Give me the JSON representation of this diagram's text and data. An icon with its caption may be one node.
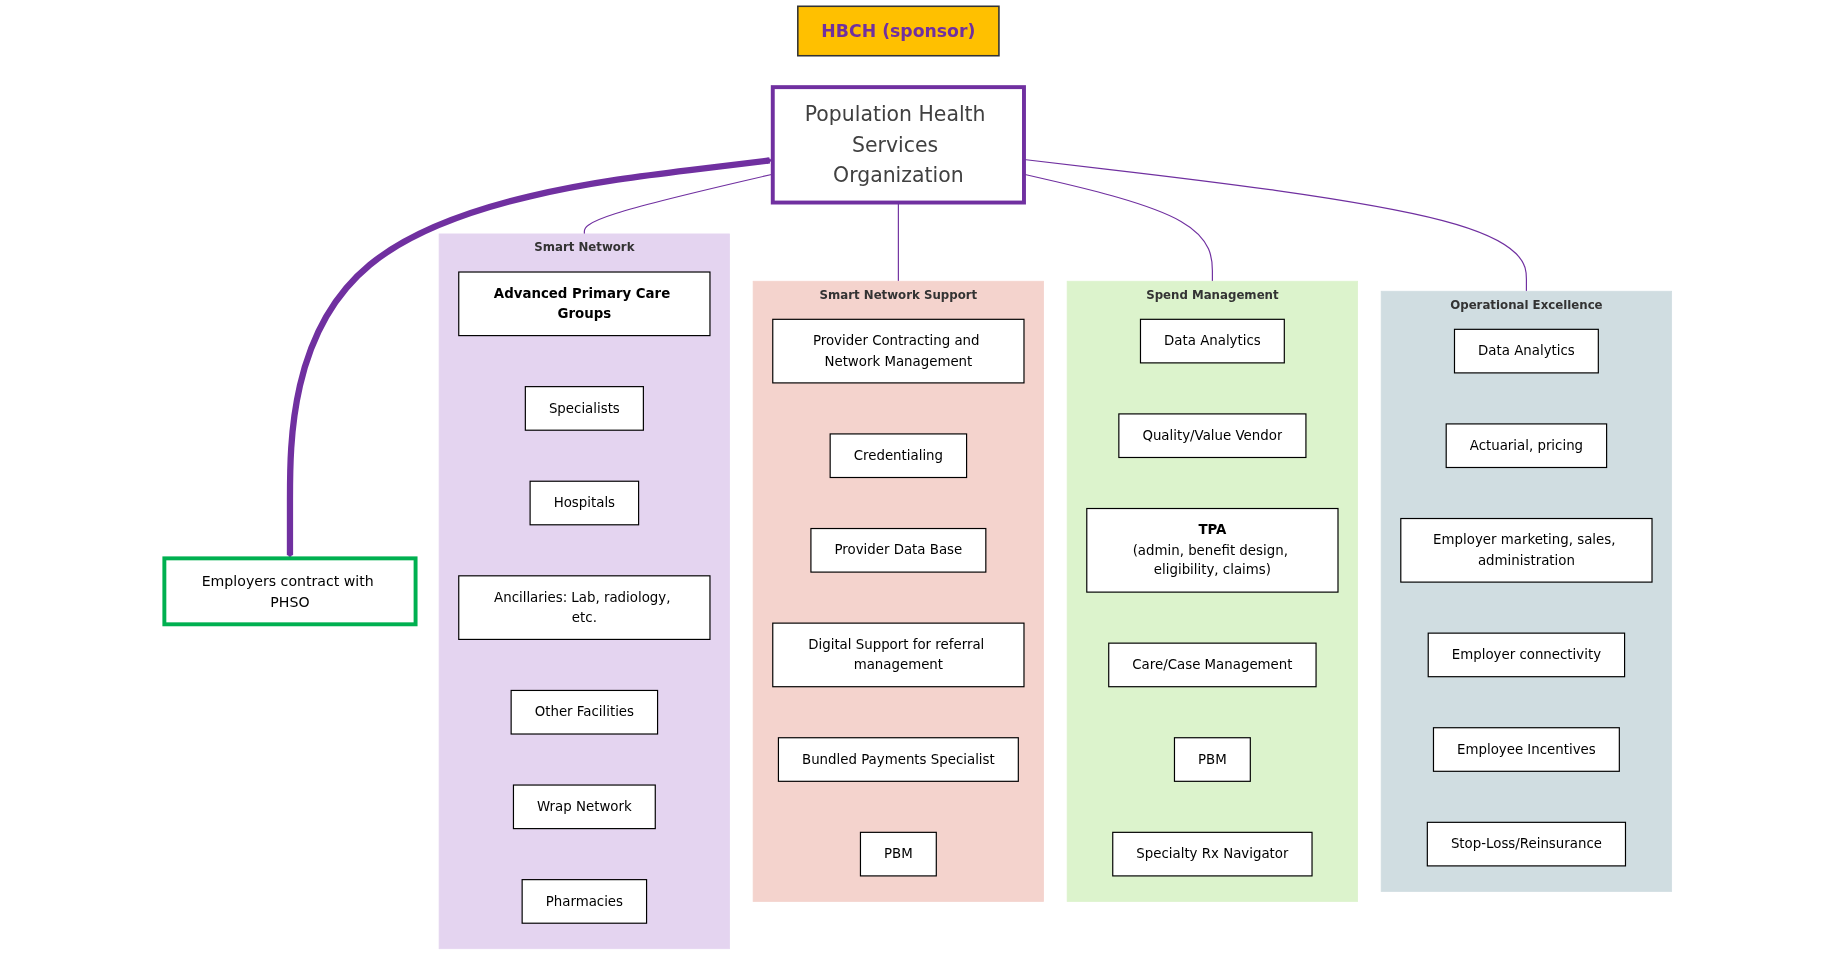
{
  "diagram": {
    "nodes": [
      {
        "text": [
          "HBCH (sponsor)"
        ]
      },
      {
        "text": [
          "Population Health Services Organization"
        ]
      },
      {
        "text": [
          "Employers contract with PHSO"
        ]
      },
      {
        "text": [
          "Smart Network"
        ]
      },
      {
        "text": [
          "Advanced Primary Care Groups"
        ],
        "in": 3
      },
      {
        "text": [
          "Specialists"
        ],
        "in": 3
      },
      {
        "text": [
          "Hospitals"
        ],
        "in": 3
      },
      {
        "text": [
          "Ancillaries: Lab, radiology, etc."
        ],
        "in": 3
      },
      {
        "text": [
          "Other Facilities"
        ],
        "in": 3
      },
      {
        "text": [
          "Wrap Network"
        ],
        "in": 3
      },
      {
        "text": [
          "Pharmacies"
        ],
        "in": 3
      },
      {
        "text": [
          "Smart Network Support"
        ]
      },
      {
        "text": [
          "Provider Contracting and Network Management"
        ],
        "in": 11
      },
      {
        "text": [
          "Credentialing"
        ],
        "in": 11
      },
      {
        "text": [
          "Provider Data Base"
        ],
        "in": 11
      },
      {
        "text": [
          "Digital Support for referral management"
        ],
        "in": 11
      },
      {
        "text": [
          "Bundled Payments Specialist"
        ],
        "in": 11
      },
      {
        "text": [
          "PBM"
        ],
        "in": 11
      },
      {
        "text": [
          "Spend Management"
        ]
      },
      {
        "text": [
          "Data Analytics"
        ],
        "in": 18
      },
      {
        "text": [
          "Quality/Value Vendor"
        ],
        "in": 18
      },
      {
        "text": [
          "TPA",
          "(admin, benefit design, eligibility, claims)"
        ],
        "in": 18
      },
      {
        "text": [
          "Care/Case Management"
        ],
        "in": 18
      },
      {
        "text": [
          "PBM"
        ],
        "in": 18
      },
      {
        "text": [
          "Specialty Rx Navigator"
        ],
        "in": 18
      },
      {
        "text": [
          "Operational Excellence"
        ]
      },
      {
        "text": [
          "Data Analytics"
        ],
        "in": 25
      },
      {
        "text": [
          "Actuarial, pricing"
        ],
        "in": 25
      },
      {
        "text": [
          "Employer marketing, sales, administration"
        ],
        "in": 25
      },
      {
        "text": [
          "Employer connectivity"
        ],
        "in": 25
      },
      {
        "text": [
          "Employee Incentives"
        ],
        "in": 25
      },
      {
        "text": [
          "Stop-Loss/Reinsurance"
        ],
        "in": 25
      }
    ],
    "edges": [
      {
        "from": 1,
        "to": 2,
        "arrow": "both",
        "style": "thick",
        "color": "#7030a0"
      },
      {
        "from": 1,
        "to": 3,
        "arrow": "none",
        "color": "#7030a0"
      },
      {
        "from": 1,
        "to": 11,
        "arrow": "none",
        "color": "#7030a0"
      },
      {
        "from": 1,
        "to": 18,
        "arrow": "none",
        "color": "#7030a0"
      },
      {
        "from": 1,
        "to": 25,
        "arrow": "none",
        "color": "#7030a0"
      }
    ]
  }
}
